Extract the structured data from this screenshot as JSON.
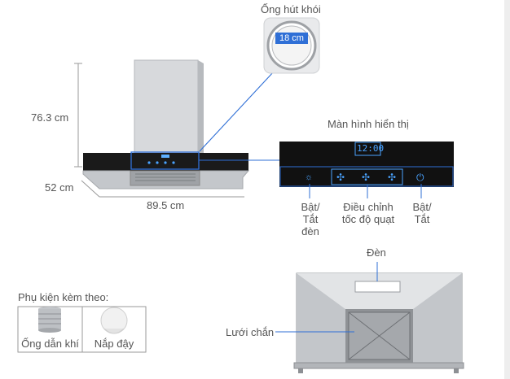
{
  "top_labels": {
    "duct": "Ống hút khói",
    "duct_diameter": "18 cm"
  },
  "dimensions": {
    "height": "76.3 cm",
    "depth": "52 cm",
    "width": "89.5 cm"
  },
  "panel": {
    "title": "Màn hình hiển thị",
    "clock": "12:00",
    "light_toggle": [
      "Bật/",
      "Tắt",
      "đèn"
    ],
    "fan_speed": [
      "Điều chỉnh",
      "tốc độ quạt"
    ],
    "power_toggle": [
      "Bật/",
      "Tắt"
    ]
  },
  "accessories": {
    "heading": "Phụ kiện kèm theo:",
    "items": [
      "Ống dẫn khí",
      "Nắp đậy"
    ]
  },
  "bottom_view": {
    "lamp_label": "Đèn",
    "filter_label": "Lưới chắn"
  },
  "colors": {
    "accent_blue": "#2f6fd6",
    "panel_black": "#111111",
    "steel": "#c9ccd0"
  }
}
